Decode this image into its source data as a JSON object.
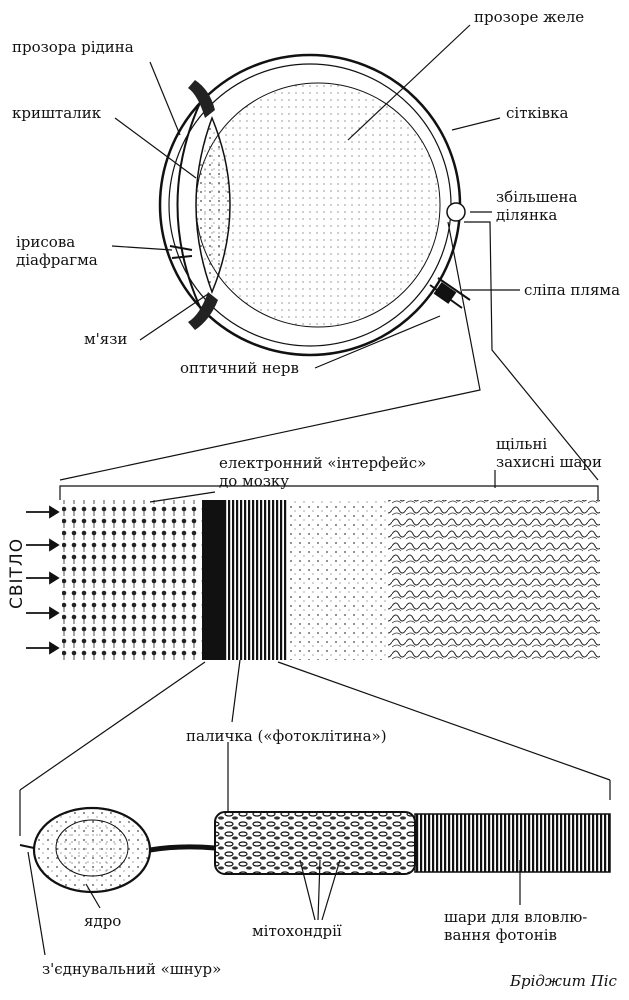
{
  "labels": {
    "clear_fluid": "прозора рідина",
    "vitreous": "прозоре желе",
    "lens": "кришталик",
    "retina": "сітківка",
    "enlarged_area": "збільшена\nділянка",
    "iris": "ірисова\nдіафрагма",
    "blind_spot": "сліпа пляма",
    "muscles": "м'язи",
    "optic_nerve": "оптичний нерв",
    "interface": "електронний «інтерфейс»\nдо мозку",
    "protective_layers": "щільні\nзахисні шари",
    "light": "СВІТЛО",
    "rod": "паличка («фотоклітина»)",
    "nucleus": "ядро",
    "mitochondria": "мітохондрії",
    "photon_layers": "шари для вловлю-\nвання фотонів",
    "connecting_cord": "з'єднувальний «шнур»"
  },
  "credit": "Бріджит Піс",
  "colors": {
    "ink": "#111111",
    "paper": "#ffffff"
  }
}
